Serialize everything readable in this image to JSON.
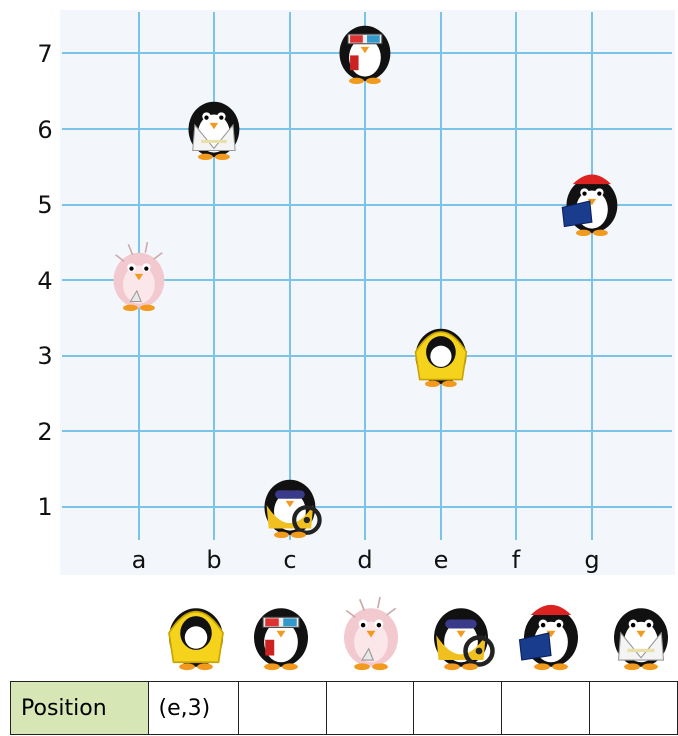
{
  "grid": {
    "x_labels": [
      "a",
      "b",
      "c",
      "d",
      "e",
      "f",
      "g"
    ],
    "y_labels": [
      "1",
      "2",
      "3",
      "4",
      "5",
      "6",
      "7"
    ],
    "line_color": "#7cc3ea",
    "background": "#f3f6fa"
  },
  "penguins": [
    {
      "name": "pink-penguin",
      "x": "a",
      "y": 4
    },
    {
      "name": "karate-penguin",
      "x": "b",
      "y": 6
    },
    {
      "name": "biker-penguin",
      "x": "c",
      "y": 1
    },
    {
      "name": "3d-glasses-penguin",
      "x": "d",
      "y": 7
    },
    {
      "name": "raincoat-penguin",
      "x": "e",
      "y": 3
    },
    {
      "name": "laptop-penguin",
      "x": "g",
      "y": 5
    }
  ],
  "answer_order": [
    "raincoat-penguin",
    "3d-glasses-penguin",
    "pink-penguin",
    "biker-penguin",
    "laptop-penguin",
    "karate-penguin"
  ],
  "table": {
    "header": "Position",
    "cells": [
      "(e,3)",
      "",
      "",
      "",
      "",
      ""
    ]
  }
}
